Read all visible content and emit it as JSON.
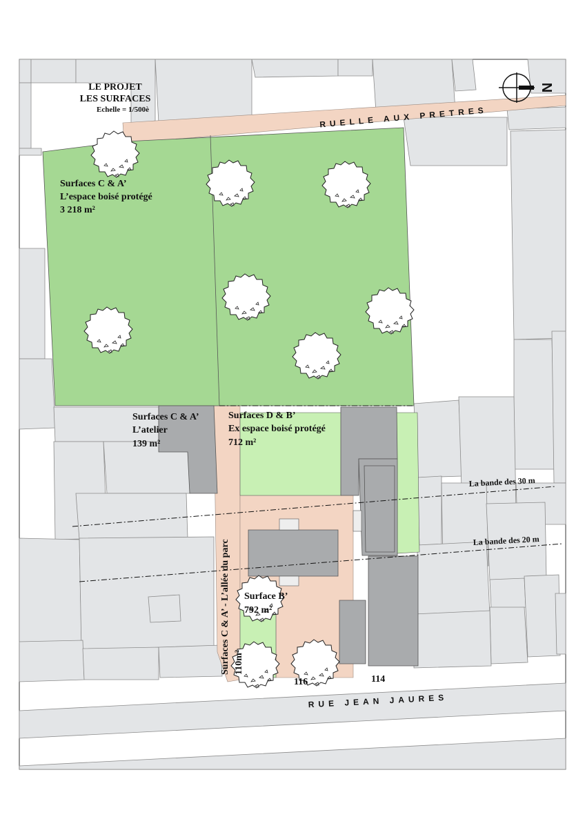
{
  "title": {
    "line1": "LE PROJET",
    "line2": "LES SURFACES",
    "scale": "Echelle = 1/500è"
  },
  "compass": {
    "letter": "N"
  },
  "streets": {
    "north": "RUELLE AUX PRETRES",
    "south": "RUE JEAN JAURES"
  },
  "zones": {
    "boise": {
      "name": "Surfaces C & A’",
      "desc": "L’espace boisé protégé",
      "area": "3 218 m²"
    },
    "atelier": {
      "name": "Surfaces C & A’",
      "desc": "L’atelier",
      "area": "139 m²"
    },
    "ex_boise": {
      "name": "Surfaces D & B’",
      "desc": "Ex espace boisé protégé",
      "area": "712 m²"
    },
    "surface_b": {
      "name": "Surface B’",
      "area": "792 m²"
    },
    "allee": {
      "name": "Surfaces C & A’ - L’allée du parc",
      "area": "110m²"
    }
  },
  "bands": {
    "b30": "La bande des 30 m",
    "b20": "La bande des 20 m"
  },
  "addresses": {
    "n116": "116",
    "n114": "114"
  }
}
